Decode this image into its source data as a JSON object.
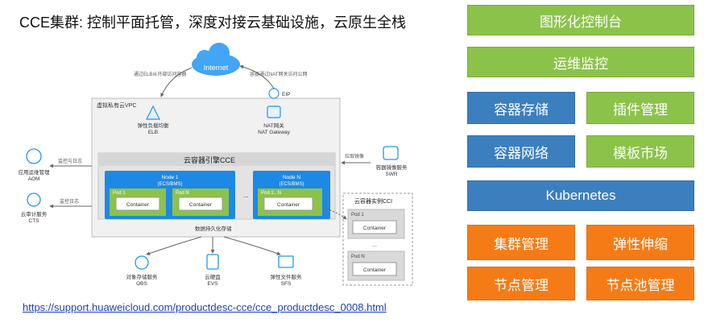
{
  "headline": "CCE集群: 控制平面托管，深度对接云基础设施，云原生全栈",
  "link": "https://support.huaweicloud.com/productdesc-cce/cce_productdesc_0008.html",
  "diagram": {
    "internet": "Internet",
    "note_elb_access": "通过ELB从外部访问容器",
    "note_nat_access": "容器通过NAT网关访问公网",
    "eip": "EIP",
    "vpc": "虚拟私有云VPC",
    "elb": "弹性负载均衡",
    "elb_abbr": "ELB",
    "nat": "NAT网关",
    "nat_en": "NAT Gateway",
    "cce": "云容器引擎CCE",
    "node1": "Node 1",
    "node1_sub": "(ECS/BMS)",
    "noden": "Node N",
    "noden_sub": "(ECS/BMS)",
    "pod1": "Pod 1",
    "podn": "Pod N",
    "pod1n": "Pod 1...N",
    "container": "Container",
    "ellipsis": "...",
    "monitor_log": "监控与日志",
    "aom": "应用运维管理",
    "aom_abbr": "AOM",
    "audit_log": "监控日志",
    "cts": "云审计服务",
    "cts_abbr": "CTS",
    "pull_image": "拉取镜像",
    "swr": "容器镜像服务",
    "swr_abbr": "SWR",
    "cci": "云容器实例CCI",
    "persist": "数据持久化存储",
    "obs": "对象存储服务",
    "obs_abbr": "OBS",
    "evs": "云硬盘",
    "evs_abbr": "EVS",
    "sfs": "弹性文件服务",
    "sfs_abbr": "SFS"
  },
  "stack": {
    "console": "图形化控制台",
    "monitoring": "运维监控",
    "storage": "容器存储",
    "plugins": "插件管理",
    "network": "容器网络",
    "templates": "模板市场",
    "kubernetes": "Kubernetes",
    "cluster_mgmt": "集群管理",
    "autoscale": "弹性伸缩",
    "node_mgmt": "节点管理",
    "nodepool_mgmt": "节点池管理"
  },
  "colors": {
    "green": "#8bc34a",
    "blue": "#3c7fbf",
    "orange": "#f57b16",
    "cce_blue": "#1e88e5"
  }
}
